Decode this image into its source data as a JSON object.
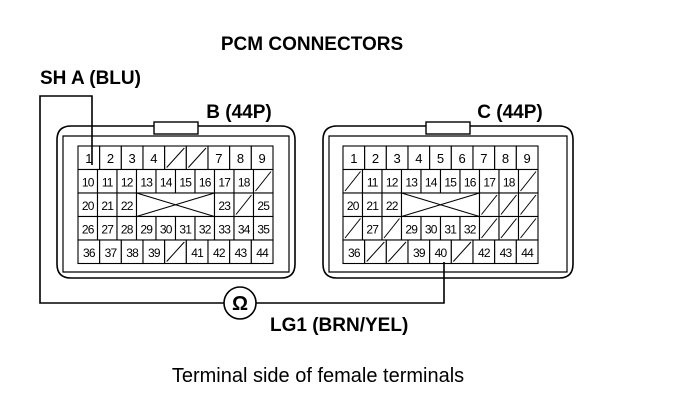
{
  "title": "PCM CONNECTORS",
  "wire_label": "SH A (BLU)",
  "ohmmeter_symbol": "Ω",
  "ground_label": "LG1 (BRN/YEL)",
  "caption": "Terminal side of female terminals",
  "connectors": [
    {
      "id": "B",
      "label": "B (44P)",
      "rows": [
        [
          "1",
          "2",
          "3",
          "4",
          "/",
          "/",
          "7",
          "8",
          "9"
        ],
        [
          "10",
          "11",
          "12",
          "13",
          "14",
          "15",
          "16",
          "17",
          "18",
          "/"
        ],
        [
          "20",
          "21",
          "22",
          "X",
          "X",
          "X",
          "X",
          "23",
          "/",
          "25"
        ],
        [
          "26",
          "27",
          "28",
          "29",
          "30",
          "31",
          "32",
          "33",
          "34",
          "35"
        ],
        [
          "36",
          "37",
          "38",
          "39",
          "/",
          "41",
          "42",
          "43",
          "44"
        ]
      ]
    },
    {
      "id": "C",
      "label": "C (44P)",
      "rows": [
        [
          "1",
          "2",
          "3",
          "4",
          "5",
          "6",
          "7",
          "8",
          "9"
        ],
        [
          "/",
          "11",
          "12",
          "13",
          "14",
          "15",
          "16",
          "17",
          "18",
          "/"
        ],
        [
          "20",
          "21",
          "22",
          "X",
          "X",
          "X",
          "X",
          "/",
          "/",
          "/"
        ],
        [
          "/",
          "27",
          "/",
          "29",
          "30",
          "31",
          "32",
          "/",
          "/",
          "/"
        ],
        [
          "36",
          "/",
          "/",
          "39",
          "40",
          "/",
          "42",
          "43",
          "44"
        ]
      ]
    }
  ]
}
